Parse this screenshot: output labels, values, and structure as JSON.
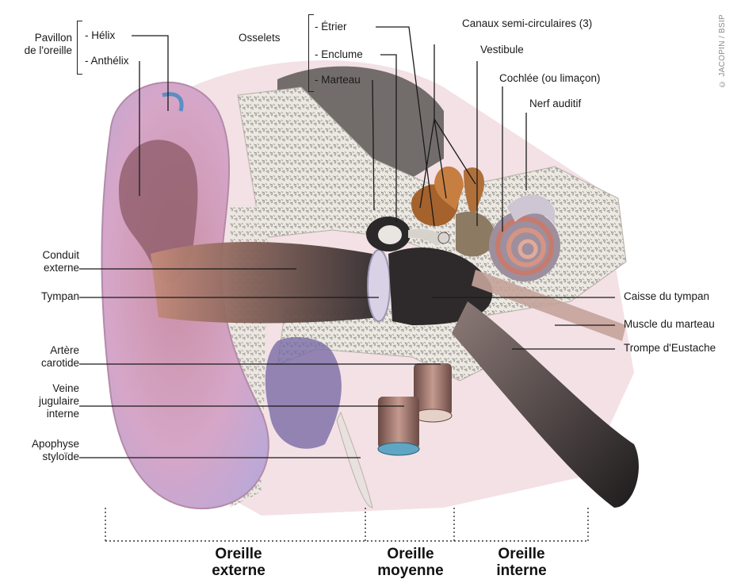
{
  "labels": {
    "pavillon": [
      "Pavillon",
      "de l'oreille"
    ],
    "helix": "- Hélix",
    "anthelix": "- Anthélix",
    "osselets": "Osselets",
    "etrier": "- Étrier",
    "enclume": "- Enclume",
    "marteau": "- Marteau",
    "canaux": "Canaux semi-circulaires (3)",
    "vestibule": "Vestibule",
    "cochlee": "Cochlée (ou limaçon)",
    "nerf": "Nerf auditif",
    "conduit": [
      "Conduit",
      "externe"
    ],
    "tympan": "Tympan",
    "caisse": "Caisse du tympan",
    "muscle": "Muscle du marteau",
    "trompe": "Trompe d'Eustache",
    "artere": [
      "Artère",
      "carotide"
    ],
    "veine": [
      "Veine",
      "jugulaire",
      "interne"
    ],
    "apophyse": [
      "Apophyse",
      "styloïde"
    ]
  },
  "sections": {
    "externe": [
      "Oreille",
      "externe"
    ],
    "moyenne": [
      "Oreille",
      "moyenne"
    ],
    "interne": [
      "Oreille",
      "interne"
    ]
  },
  "credit": "© JACOPIN / BSIP"
}
